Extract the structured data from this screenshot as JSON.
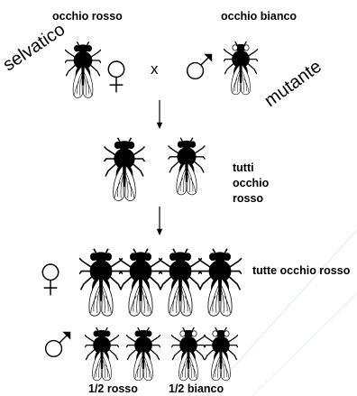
{
  "parents": {
    "left_label": "occhio rosso",
    "right_label": "occhio bianco",
    "left_side_label": "selvatico",
    "right_side_label": "mutante",
    "cross_symbol": "x"
  },
  "f1": {
    "label_lines": [
      "tutti",
      "occhio",
      "rosso"
    ]
  },
  "f2": {
    "female_label": "tutte occhio rosso",
    "male_split_left": "1/2 rosso",
    "male_split_right": "1/2 bianco"
  },
  "icons": {
    "female": "female-symbol-icon",
    "male": "male-symbol-icon",
    "fly": "fruit-fly-icon",
    "arrow": "down-arrow-icon"
  },
  "colors": {
    "ink": "#000000",
    "white_eye": "#ffffff",
    "watermark": "#dde8f2"
  }
}
